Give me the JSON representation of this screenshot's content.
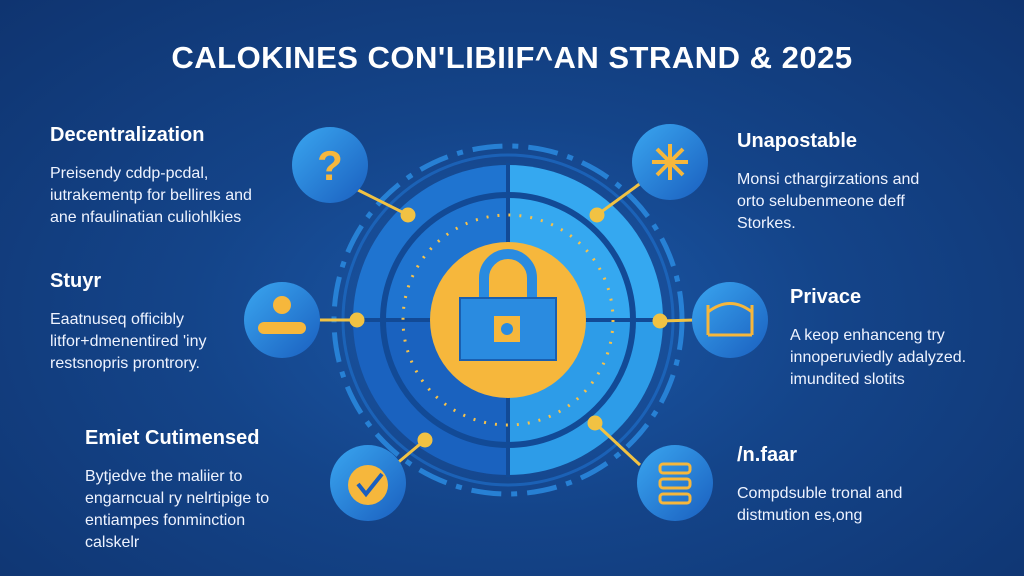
{
  "title": "CALOKINES CON'LIBIIF^AN STRAND & 2025",
  "colors": {
    "background": "#144489",
    "accent": "#f6b73c",
    "light_blue": "#2aa3ef",
    "mid_blue": "#1a6fd0"
  },
  "center_icon": "padlock-icon",
  "features": [
    {
      "id": "decentralization",
      "title": "Decentralization",
      "lines": [
        "Preisendy cddp-pcdal,",
        "iutrakementp for bellires and",
        "ane nfaulinatian culiohlkies"
      ],
      "icon": "question-icon"
    },
    {
      "id": "stuyr",
      "title": "Stuyr",
      "lines": [
        "Eaatnuseq officibly",
        "litfor+dmenentired 'iny",
        "restsnopris prontrory."
      ],
      "icon": "brain-network-icon"
    },
    {
      "id": "emiet",
      "title": "Emiet Cutimensed",
      "lines": [
        "Bytjedve the maliier to",
        "engarncual ry nelrtipige to",
        "entiampes fonminction",
        "calskelr"
      ],
      "icon": "checkmark-icon"
    },
    {
      "id": "unapostable",
      "title": "Unapostable",
      "lines": [
        "Monsi cthargirzations and",
        "orto selubenmeone deff",
        "Storkes."
      ],
      "icon": "snowflake-arrows-icon"
    },
    {
      "id": "privace",
      "title": "Privace",
      "lines": [
        "A keop enhanceng try",
        "innoperuviedly adalyzed.",
        "imundited slotits"
      ],
      "icon": "bridge-icon"
    },
    {
      "id": "nfaar",
      "title": "/n.faar",
      "lines": [
        "Compdsuble tronal and",
        "distmution es,ong"
      ],
      "icon": "server-list-icon"
    }
  ]
}
